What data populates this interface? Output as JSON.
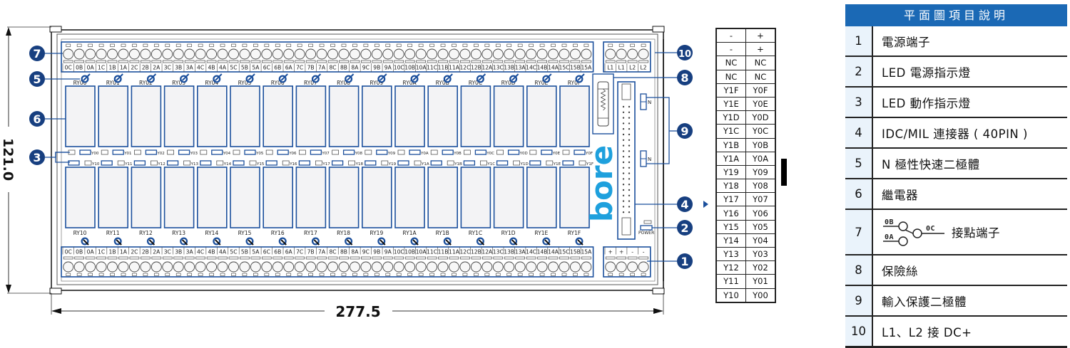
{
  "dimensions": {
    "width_label": "277.5",
    "height_label": "121.0"
  },
  "board": {
    "brand": "bore",
    "power_led_label": "POWER",
    "top_terminal_labels": [
      "0C",
      "0B",
      "0A",
      "1C",
      "1B",
      "1A",
      "2C",
      "2B",
      "2A",
      "3C",
      "3B",
      "3A",
      "4C",
      "4B",
      "4A",
      "5C",
      "5B",
      "5A",
      "6C",
      "6B",
      "6A",
      "7C",
      "7B",
      "7A",
      "8C",
      "8B",
      "8A",
      "9C",
      "9B",
      "9A",
      "10C",
      "10B",
      "10A",
      "11C",
      "11B",
      "11A",
      "12C",
      "12B",
      "12A",
      "13C",
      "13B",
      "13A",
      "14C",
      "14B",
      "14A",
      "15C",
      "15B",
      "15A"
    ],
    "bottom_terminal_labels": [
      "0C",
      "0B",
      "0A",
      "1C",
      "1B",
      "1A",
      "2C",
      "2B",
      "2A",
      "3C",
      "3B",
      "3A",
      "4C",
      "4B",
      "4A",
      "5C",
      "5B",
      "5A",
      "6C",
      "6B",
      "6A",
      "7C",
      "7B",
      "7A",
      "8C",
      "8B",
      "8A",
      "9C",
      "9B",
      "9A",
      "10C",
      "10B",
      "10A",
      "11C",
      "11B",
      "11A",
      "12C",
      "12B",
      "12A",
      "13C",
      "13B",
      "13A",
      "14C",
      "14B",
      "14A",
      "15C",
      "15B",
      "15A"
    ],
    "aux_top_terminal_labels": [
      "L1",
      "L1",
      "L2",
      "L2"
    ],
    "power_terminal_labels": [
      "+",
      "+",
      "-",
      "-"
    ],
    "top_relays": [
      "RY00",
      "RY01",
      "RY02",
      "RY03",
      "RY04",
      "RY05",
      "RY06",
      "RY07",
      "RY08",
      "RY09",
      "RY0A",
      "RY0B",
      "RY0C",
      "RY0D",
      "RY0E",
      "RY0F"
    ],
    "bottom_relays": [
      "RY10",
      "RY11",
      "RY12",
      "RY13",
      "RY14",
      "RY15",
      "RY16",
      "RY17",
      "RY18",
      "RY19",
      "RY1A",
      "RY1B",
      "RY1C",
      "RY1D",
      "RY1E",
      "RY1F"
    ],
    "top_led_labels": [
      "Y00",
      "Y01",
      "Y02",
      "Y03",
      "Y04",
      "Y05",
      "Y06",
      "Y07",
      "Y08",
      "Y09",
      "Y0A",
      "Y0B",
      "Y0C",
      "Y0D",
      "Y0E",
      "Y0F"
    ],
    "bottom_led_labels": [
      "Y10",
      "Y11",
      "Y12",
      "Y13",
      "Y14",
      "Y15",
      "Y16",
      "Y17",
      "Y18",
      "Y19",
      "Y1A",
      "Y1B",
      "Y1C",
      "Y1D",
      "Y1E",
      "Y1F"
    ],
    "diode_label": "N",
    "callouts": {
      "left": [
        "7",
        "5",
        "6",
        "3"
      ],
      "right": [
        "10",
        "8",
        "9",
        "4",
        "2",
        "1"
      ]
    }
  },
  "pin_table": {
    "rows": [
      [
        "-",
        "+"
      ],
      [
        "-",
        "+"
      ],
      [
        "NC",
        "NC"
      ],
      [
        "NC",
        "NC"
      ],
      [
        "Y1F",
        "Y0F"
      ],
      [
        "Y1E",
        "Y0E"
      ],
      [
        "Y1D",
        "Y0D"
      ],
      [
        "Y1C",
        "Y0C"
      ],
      [
        "Y1B",
        "Y0B"
      ],
      [
        "Y1A",
        "Y0A"
      ],
      [
        "Y19",
        "Y09"
      ],
      [
        "Y18",
        "Y08"
      ],
      [
        "Y17",
        "Y07"
      ],
      [
        "Y16",
        "Y06"
      ],
      [
        "Y15",
        "Y05"
      ],
      [
        "Y14",
        "Y04"
      ],
      [
        "Y13",
        "Y03"
      ],
      [
        "Y12",
        "Y02"
      ],
      [
        "Y11",
        "Y01"
      ],
      [
        "Y10",
        "Y00"
      ]
    ]
  },
  "legend": {
    "title": "平面圖項目說明",
    "items": [
      {
        "num": "1",
        "text": "電源端子"
      },
      {
        "num": "2",
        "text": "LED 電源指示燈"
      },
      {
        "num": "3",
        "text": "LED 動作指示燈"
      },
      {
        "num": "4",
        "text": "IDC/MIL 連接器 ( 40PIN )"
      },
      {
        "num": "5",
        "text": "N 極性快速二極體"
      },
      {
        "num": "6",
        "text": "繼電器"
      },
      {
        "num": "7",
        "text": "接點端子",
        "symbol": {
          "nb": "0B",
          "na": "0A",
          "com": "0C"
        }
      },
      {
        "num": "8",
        "text": "保險絲"
      },
      {
        "num": "9",
        "text": "輸入保護二極體"
      },
      {
        "num": "10",
        "text": "L1、L2 接 DC+"
      }
    ]
  },
  "colors": {
    "accent": "#1b4f9c",
    "callout": "#173f80",
    "header": "#1b69b5",
    "brand": "#1ea0dd",
    "relay_fill": "#f3f3f5"
  }
}
